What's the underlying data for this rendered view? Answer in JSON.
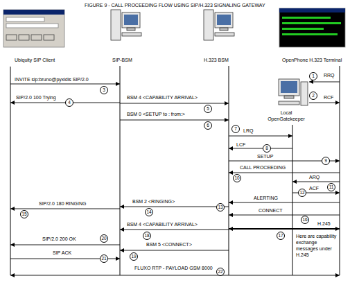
{
  "diagram": {
    "title": "FIGURE 9 - CALL PROCEEDING FLOW USING SIP/H.323 SIGNALING GATEWAY",
    "labels": [
      "Ubiquity SIP Client",
      "SIP-BSM",
      "H.323 BSM",
      "OpenPhone H.323 Terminal",
      "INVITE sip:bruno@pyxidis SIP/2.0",
      "3",
      "RRQ",
      "1",
      "BSM 4 <CAPABILITY ARRIVAL>",
      "SIP/2.0 100 Trying",
      "4",
      "RCF",
      "2",
      "Local OpenGatekeeper",
      "5",
      "BSM 0 <SETUP to : from:>",
      "6",
      "7",
      "LRQ",
      "LCF",
      "8",
      "SETUP",
      "9",
      "CALL PROCEEDING",
      "10",
      "ARQ",
      "11",
      "ACF",
      "12",
      "ALERTING",
      "13",
      "BSM 2 <RINGING>",
      "14",
      "SIP/2.0 180 RINGING",
      "15",
      "CONNECT",
      "16",
      "H.245",
      "BSM 4 <CAPABILITY ARRIVAL>",
      "17",
      "Here are capability exchange messages under H.245",
      "SIP/2.0 200 OK",
      "18",
      "20",
      "BSM 5 <CONNECT>",
      "19",
      "SIP ACK",
      "21",
      "FLUXO RTP - PAYLOAD GSM 8000",
      "22"
    ]
  }
}
